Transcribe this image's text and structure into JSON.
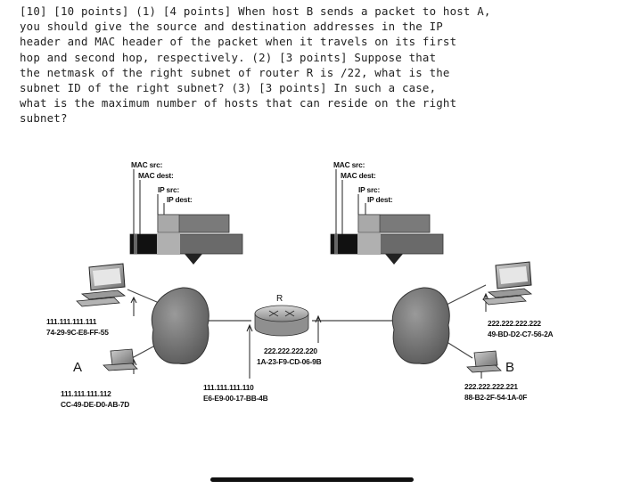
{
  "question": {
    "lines": [
      "[10] [10 points] (1) [4 points] When host B sends a packet to host A,",
      "you should give the source and destination addresses in the IP",
      "header and MAC header of the packet when it travels on its first",
      "hop and second hop, respectively. (2) [3 points] Suppose that",
      "the netmask of the right subnet of router R is /22, what is the",
      "subnet ID of the right subnet? (3) [3 points] In such a case,",
      "what is the maximum number of hosts that can reside on the right",
      "subnet?"
    ]
  },
  "diagram": {
    "left_frame": {
      "mac_src": "MAC src:",
      "mac_dest": "MAC dest:",
      "ip_src": "IP src:",
      "ip_dest": "IP dest:"
    },
    "right_frame": {
      "mac_src": "MAC src:",
      "mac_dest": "MAC dest:",
      "ip_src": "IP src:",
      "ip_dest": "IP dest:"
    },
    "host_top_left": {
      "ip": "111.111.111.111",
      "mac": "74-29-9C-E8-FF-55"
    },
    "host_a": {
      "name": "A",
      "ip": "111.111.111.112",
      "mac": "CC-49-DE-D0-AB-7D"
    },
    "router": {
      "name": "R",
      "left_ip": "111.111.111.110",
      "left_mac": "E6-E9-00-17-BB-4B",
      "right_ip": "222.222.222.220",
      "right_mac": "1A-23-F9-CD-06-9B"
    },
    "host_top_right": {
      "ip": "222.222.222.222",
      "mac": "49-BD-D2-C7-56-2A"
    },
    "host_b": {
      "name": "B",
      "ip": "222.222.222.221",
      "mac": "88-B2-2F-54-1A-0F"
    }
  }
}
